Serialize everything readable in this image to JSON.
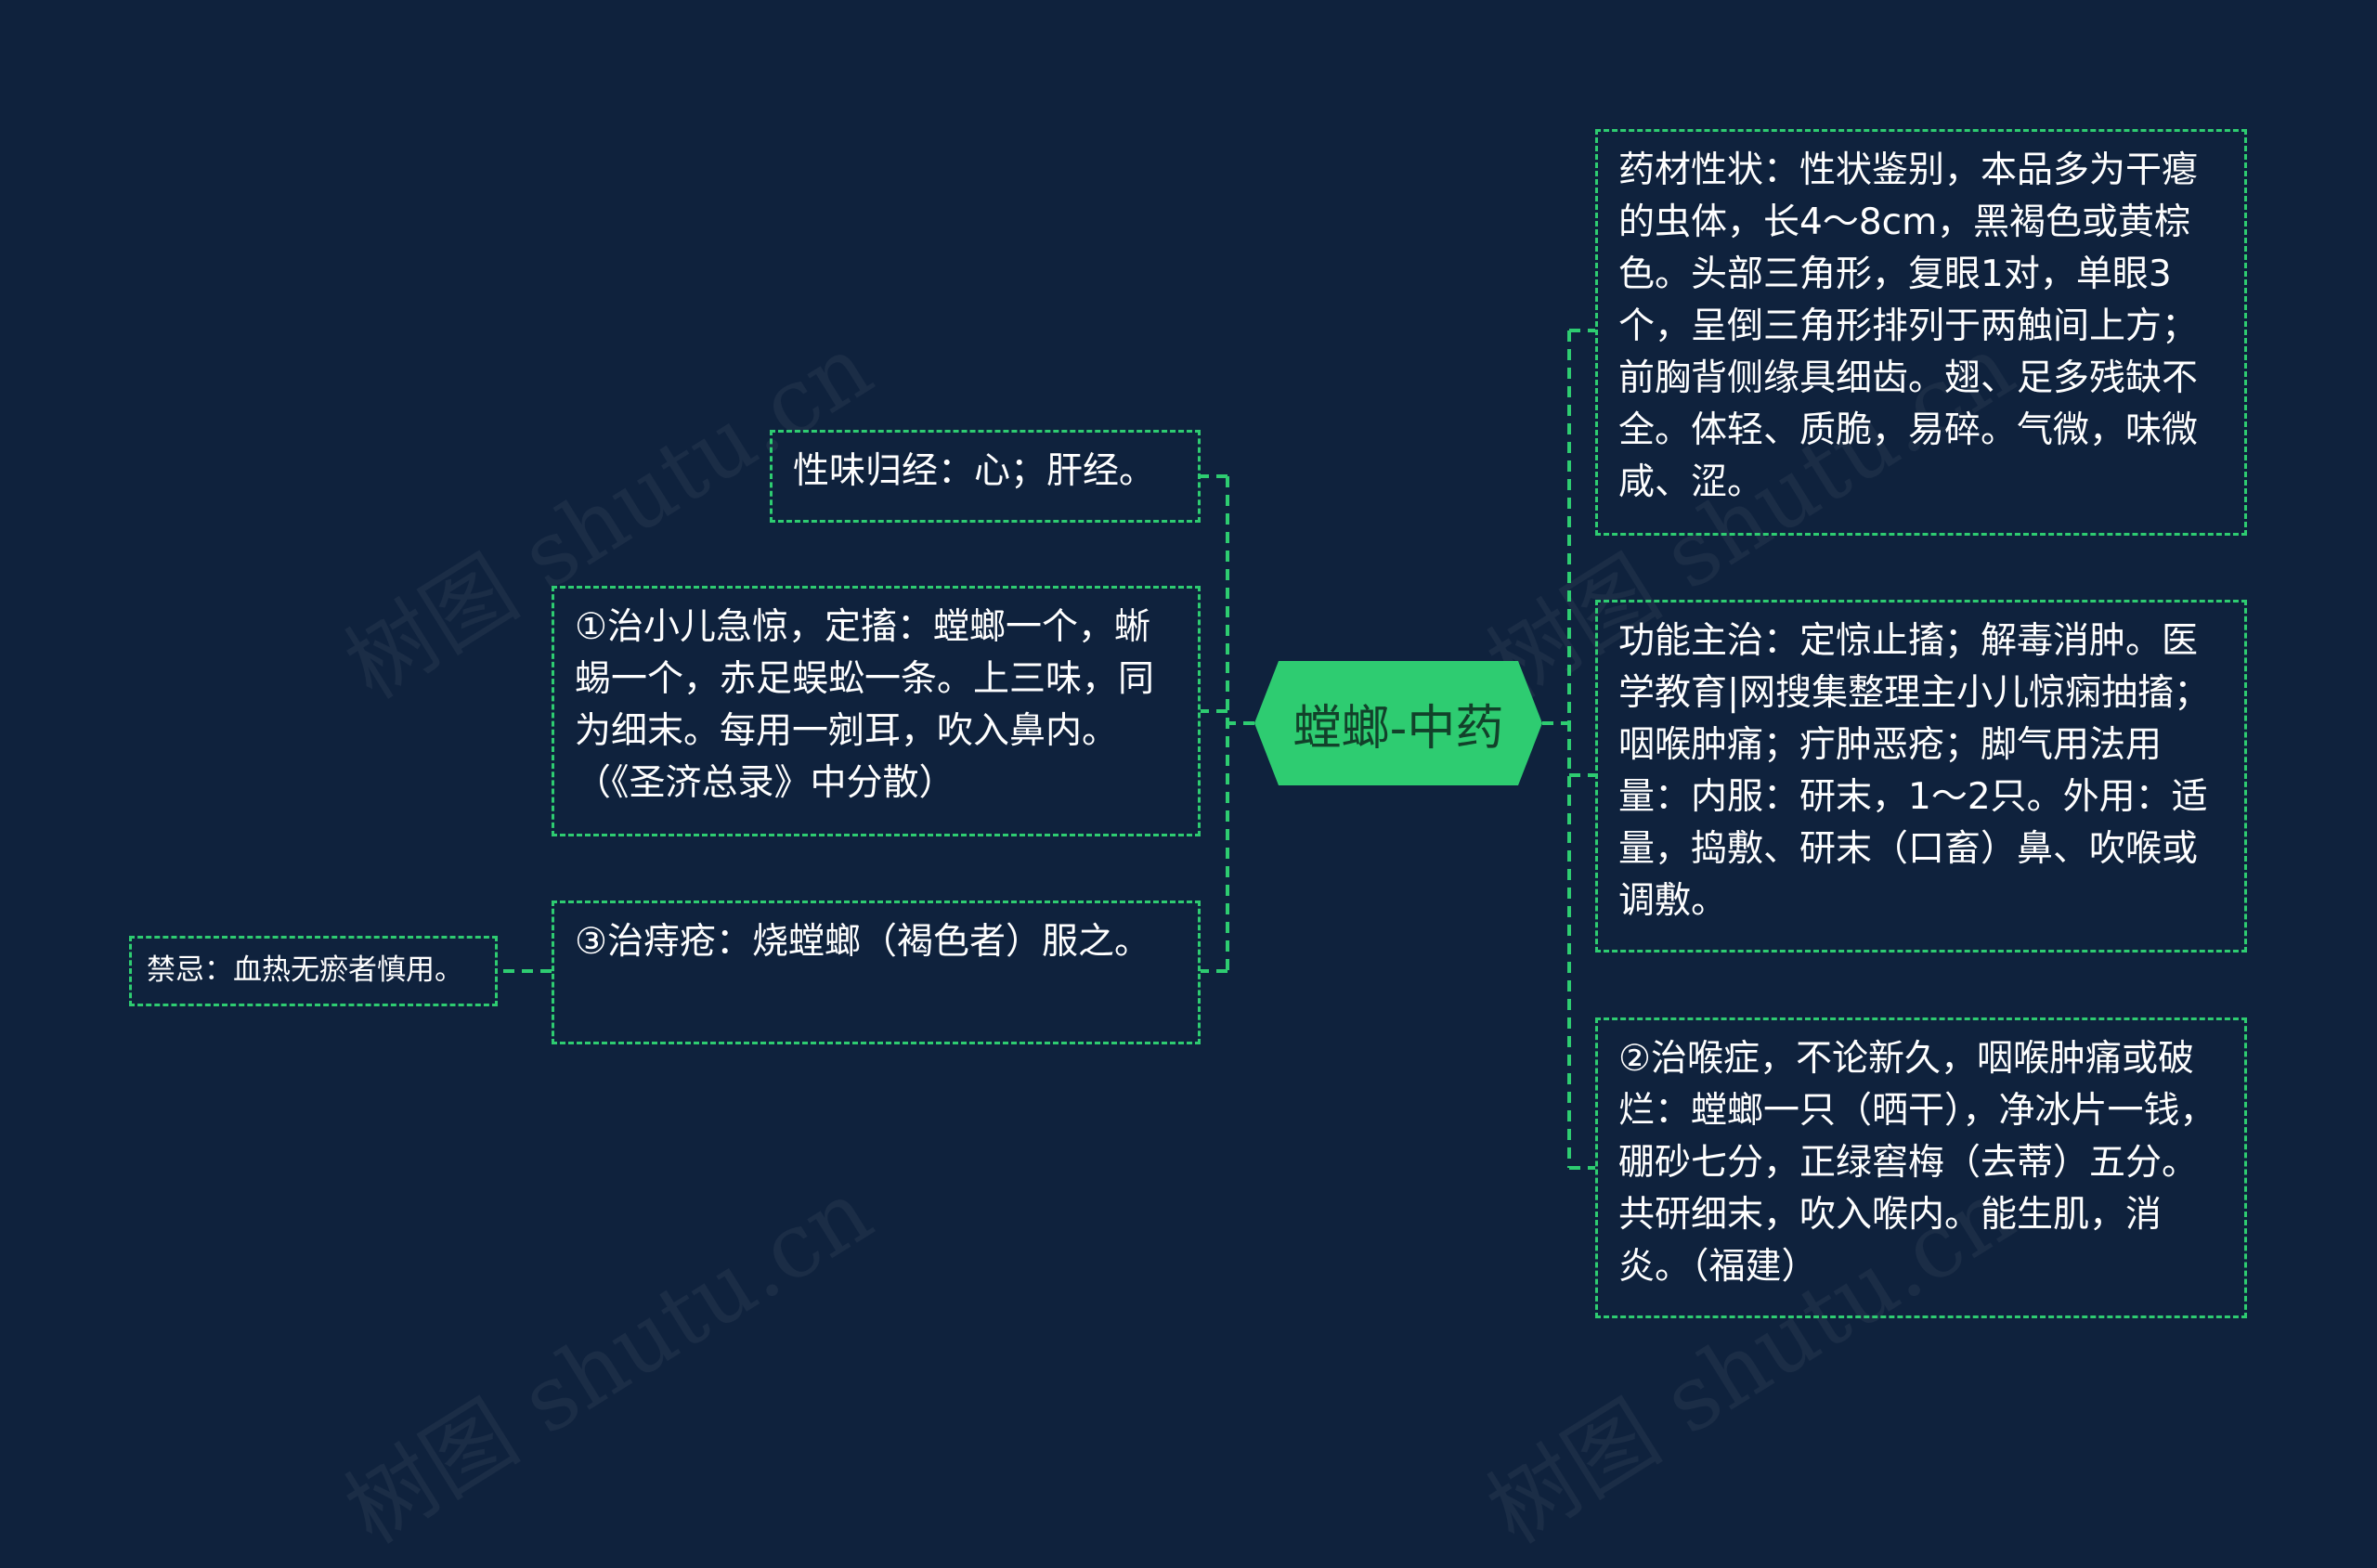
{
  "colors": {
    "background": "#0f223d",
    "accent": "#2ecc71",
    "root_fill": "#2ecc71",
    "root_text": "#12412a",
    "node_text": "#ffffff"
  },
  "root": {
    "label": "螳螂-中药"
  },
  "left_nodes": [
    {
      "id": "xingwei",
      "text": "性味归经：心；肝经。"
    },
    {
      "id": "zhi1",
      "text": "①治小儿急惊，定搐：螳螂一个，蜥蜴一个，赤足蜈蚣一条。上三味，同为细末。每用一剜耳，吹入鼻内。（《圣济总录》中分散）"
    },
    {
      "id": "zhi3",
      "text": "③治痔疮：烧螳螂（褐色者）服之。"
    }
  ],
  "left_children": [
    {
      "id": "jinji",
      "parent": "zhi3",
      "text": "禁忌：血热无瘀者慎用。"
    }
  ],
  "right_nodes": [
    {
      "id": "xingzhuang",
      "text": "药材性状：性状鉴别，本品多为干瘪的虫体，长4～8cm，黑褐色或黄棕色。头部三角形，复眼1对，单眼3个，呈倒三角形排列于两触间上方；前胸背侧缘具细齿。翅、足多残缺不全。体轻、质脆，易碎。气微，味微咸、涩。"
    },
    {
      "id": "gongneng",
      "text": "功能主治：定惊止搐；解毒消肿。医学教育|网搜集整理主小儿惊痫抽搐；咽喉肿痛；疔肿恶疮；脚气用法用量：内服：研末，1～2只。外用：适量，捣敷、研末（口畜）鼻、吹喉或调敷。"
    },
    {
      "id": "zhi2",
      "text": "②治喉症，不论新久，咽喉肿痛或破烂：螳螂一只（晒干），净冰片一钱，硼砂七分，正绿窖梅（去蒂）五分。共研细末，吹入喉内。能生肌，消炎。（福建）"
    }
  ],
  "watermark": "树图 shutu.cn"
}
